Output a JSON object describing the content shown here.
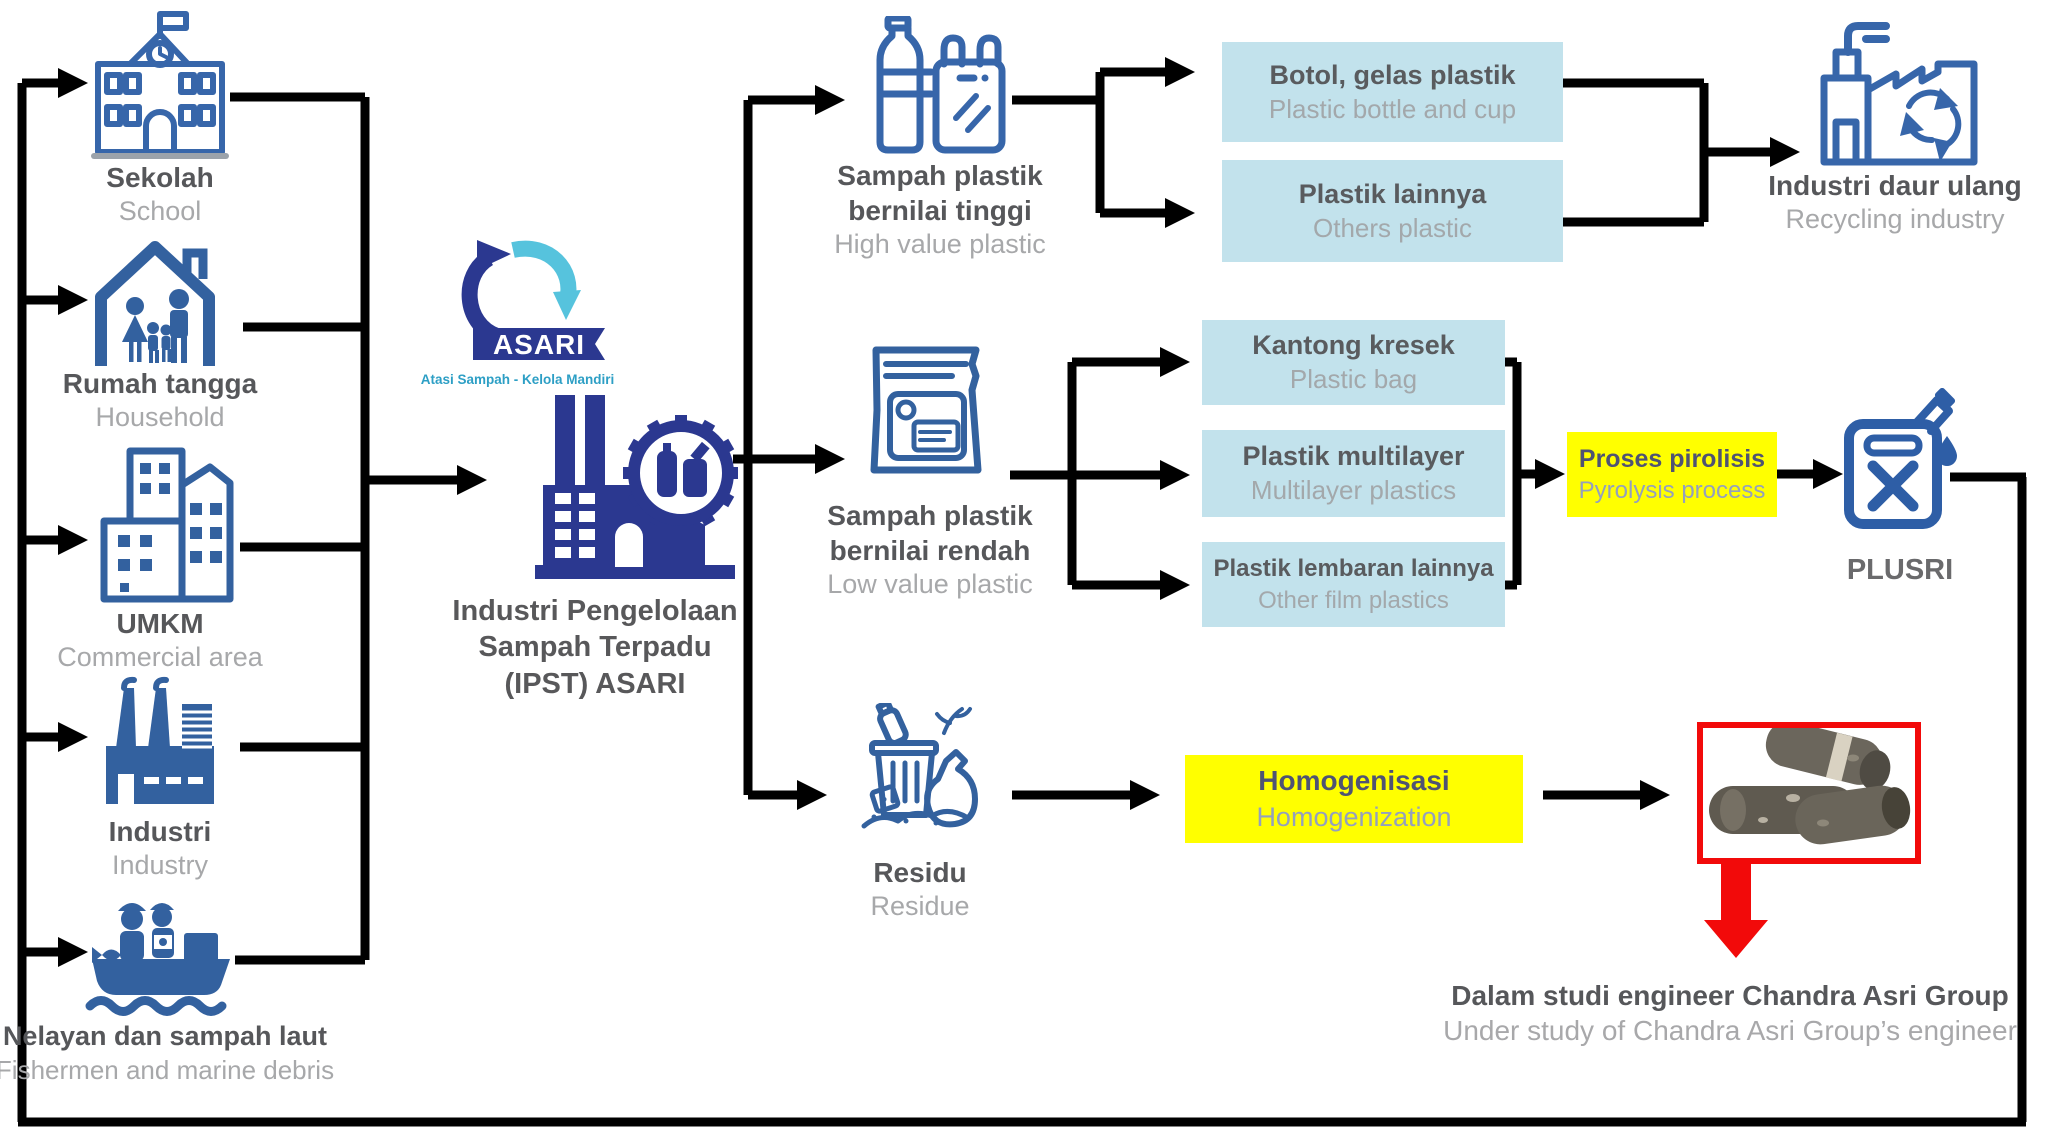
{
  "sources": [
    {
      "name": "Sekolah",
      "en": "School"
    },
    {
      "name": "Rumah tangga",
      "en": "Household"
    },
    {
      "name": "UMKM",
      "en": "Commercial area"
    },
    {
      "name": "Industri",
      "en": "Industry"
    },
    {
      "name": "Nelayan dan sampah laut",
      "en": "Fishermen and marine debris"
    }
  ],
  "asari": {
    "name": "ASARI",
    "tagline": "Atasi Sampah - Kelola Mandiri"
  },
  "ipst": {
    "line1": "Industri Pengelolaan",
    "line2": "Sampah Terpadu",
    "line3": "(IPST) ASARI"
  },
  "streams": {
    "high_value": {
      "name1": "Sampah plastik",
      "name2": "bernilai tinggi",
      "en": "High value plastic"
    },
    "low_value": {
      "name1": "Sampah plastik",
      "name2": "bernilai rendah",
      "en": "Low value plastic"
    },
    "residue": {
      "name": "Residu",
      "en": "Residue"
    }
  },
  "boxes": {
    "botol": {
      "name": "Botol, gelas plastik",
      "en": "Plastic bottle and cup"
    },
    "lainnya": {
      "name": "Plastik lainnya",
      "en": "Others plastic"
    },
    "kantong": {
      "name": "Kantong kresek",
      "en": "Plastic bag"
    },
    "multilayer": {
      "name": "Plastik multilayer",
      "en": "Multilayer plastics"
    },
    "lembaran": {
      "name": "Plastik lembaran lainnya",
      "en": "Other film plastics"
    },
    "pirolisis": {
      "name": "Proses pirolisis",
      "en": "Pyrolysis process"
    },
    "homogenisasi": {
      "name": "Homogenisasi",
      "en": "Homogenization"
    }
  },
  "recycling": {
    "name": "Industri daur ulang",
    "en": "Recycling industry"
  },
  "plusri": {
    "name": "PLUSRI"
  },
  "study": {
    "name": "Dalam studi engineer Chandra Asri Group",
    "en": "Under study of Chandra Asri Group’s engineer"
  },
  "colors": {
    "category_box_blue": "#c2e2ec",
    "process_box_yellow": "#ffff00",
    "icon_steel_blue": "#33619f",
    "icon_navy": "#2b3890",
    "asari_cyan": "#56c3dd",
    "alert_red": "#f20a0a",
    "text_dark": "#56575a",
    "text_gray": "#a7a8aa"
  }
}
